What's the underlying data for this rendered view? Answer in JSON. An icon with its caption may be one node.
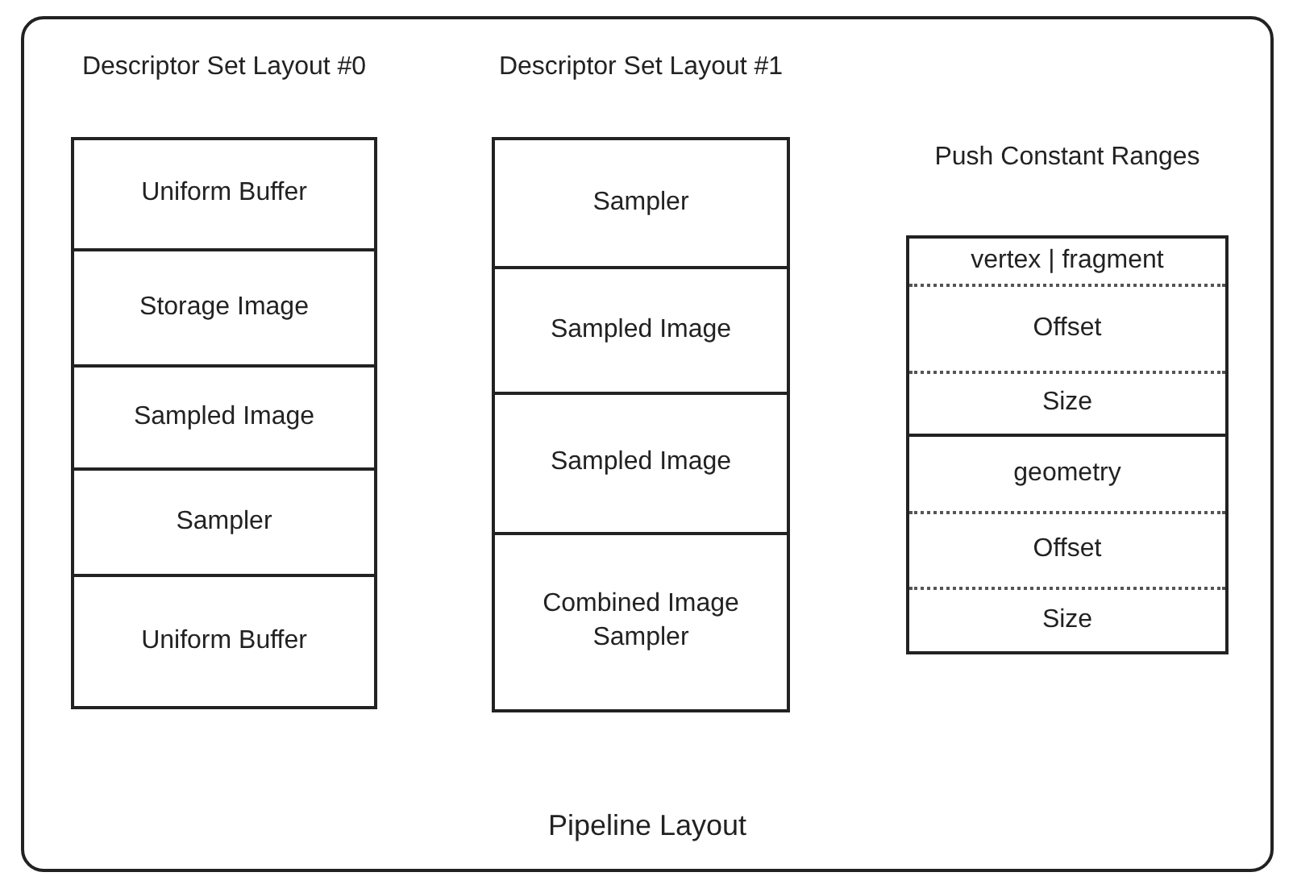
{
  "diagram": {
    "nodes": [
      {
        "text": [
          "Pipeline Layout"
        ]
      },
      {
        "text": [
          "Descriptor Set Layout #0"
        ],
        "in": 0
      },
      {
        "text": [
          "Uniform Buffer"
        ],
        "in": 1
      },
      {
        "text": [
          "Storage Image"
        ],
        "in": 1
      },
      {
        "text": [
          "Sampled Image"
        ],
        "in": 1
      },
      {
        "text": [
          "Sampler"
        ],
        "in": 1
      },
      {
        "text": [
          "Uniform Buffer"
        ],
        "in": 1
      },
      {
        "text": [
          "Descriptor Set Layout #1"
        ],
        "in": 0
      },
      {
        "text": [
          "Sampler"
        ],
        "in": 7
      },
      {
        "text": [
          "Sampled Image"
        ],
        "in": 7
      },
      {
        "text": [
          "Sampled Image"
        ],
        "in": 7
      },
      {
        "text": [
          "Combined Image Sampler"
        ],
        "in": 7
      },
      {
        "text": [
          "Push Constant Ranges"
        ],
        "in": 0
      },
      {
        "text": [
          "vertex | fragment"
        ],
        "in": 12
      },
      {
        "text": [
          "Offset"
        ],
        "in": 12
      },
      {
        "text": [
          "Size"
        ],
        "in": 12
      },
      {
        "text": [
          "geometry"
        ],
        "in": 12
      },
      {
        "text": [
          "Offset"
        ],
        "in": 12
      },
      {
        "text": [
          "Size"
        ],
        "in": 12
      }
    ]
  }
}
